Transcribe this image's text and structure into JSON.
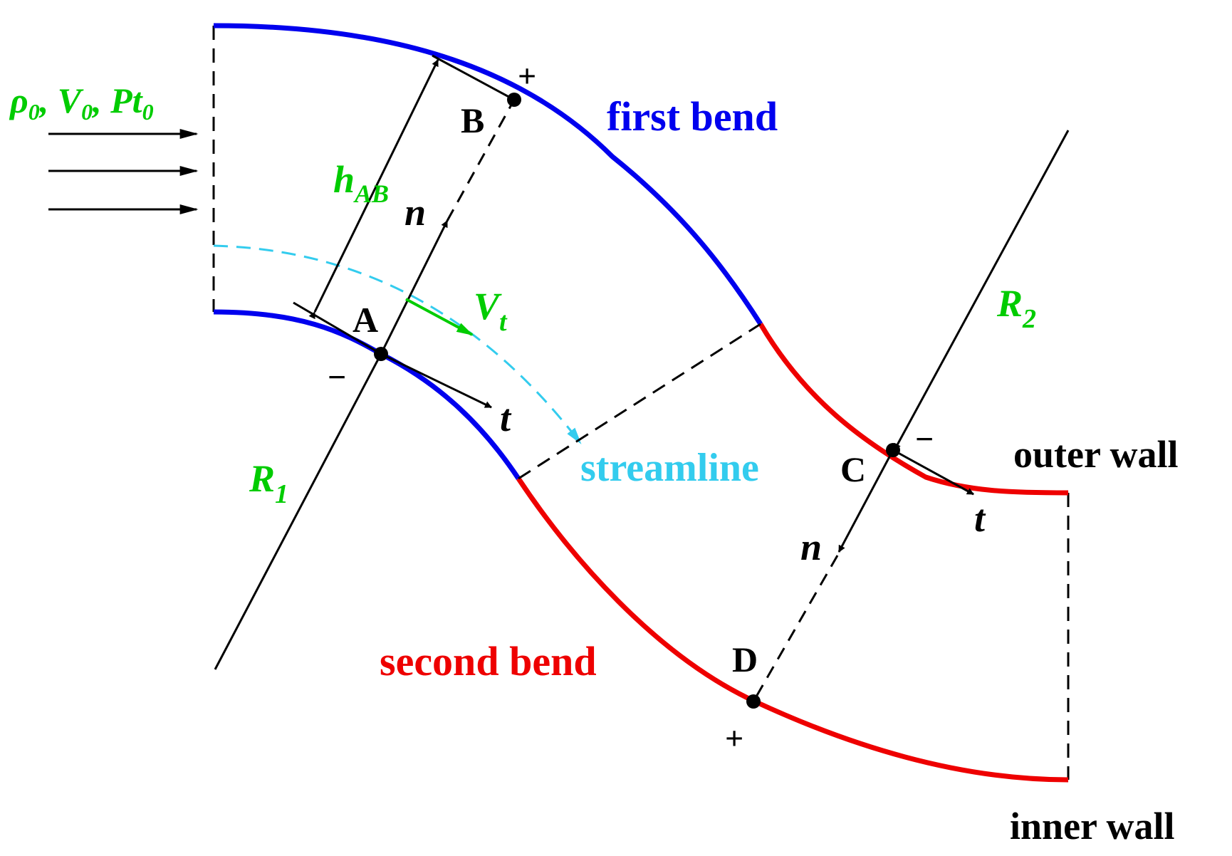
{
  "colors": {
    "first_bend": "#0000ee",
    "second_bend": "#ee0000",
    "green": "#00cc00",
    "streamline": "#33ccee",
    "black": "#000000"
  },
  "labels": {
    "inlet": {
      "rho": "ρ",
      "rho_sub": "0",
      "sep1": ", ",
      "v": "V",
      "v_sub": "0",
      "sep2": ", ",
      "pt": "Pt",
      "pt_sub": "0"
    },
    "first_bend": "first bend",
    "second_bend": "second bend",
    "outer_wall": "outer wall",
    "inner_wall": "inner wall",
    "streamline": "streamline",
    "point_a": "A",
    "point_b": "B",
    "point_c": "C",
    "point_d": "D",
    "h_ab": {
      "main": "h",
      "sub": "AB"
    },
    "vt": {
      "main": "V",
      "sub": "t"
    },
    "r1": {
      "main": "R",
      "sub": "1"
    },
    "r2": {
      "main": "R",
      "sub": "2"
    },
    "n_a": "n",
    "t_a": "t",
    "n_c": "n",
    "t_c": "t",
    "plus_b": "+",
    "minus_a": "−",
    "minus_c": "−",
    "plus_d": "+"
  }
}
